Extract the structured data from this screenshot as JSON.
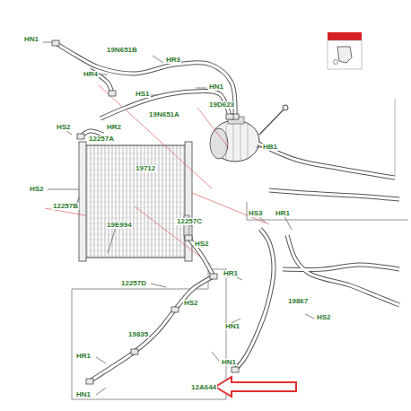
{
  "diagram": {
    "labels": [
      "HN1",
      "19N651B",
      "HR3",
      "HN1",
      "HR4",
      "HS1",
      "19N651A",
      "19D623",
      "HR2",
      "HS2",
      "12257A",
      "HB1",
      "19712",
      "HS2",
      "12257B",
      "19E994",
      "12257C",
      "HS2",
      "HR1",
      "HS3",
      "HR1",
      "12257D",
      "HS2",
      "HN1",
      "19867",
      "HS2",
      "19835",
      "HR1",
      "HN1",
      "12A644",
      "HN1"
    ]
  }
}
